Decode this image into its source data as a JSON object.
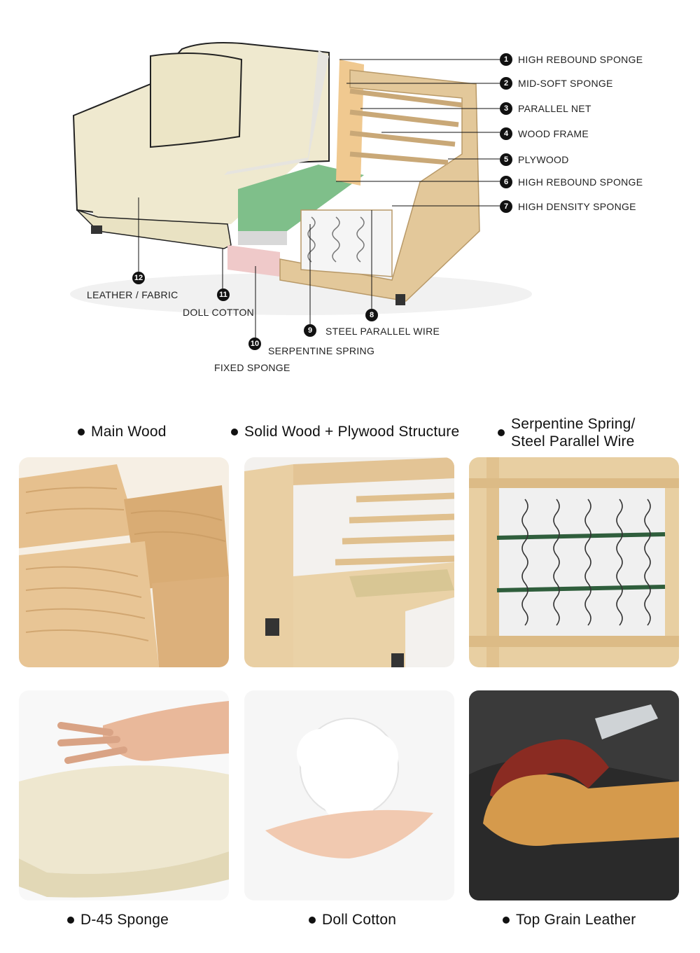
{
  "diagram": {
    "callouts_right": [
      {
        "num": "1",
        "label": "HIGH REBOUND SPONGE"
      },
      {
        "num": "2",
        "label": "MID-SOFT SPONGE"
      },
      {
        "num": "3",
        "label": "PARALLEL NET"
      },
      {
        "num": "4",
        "label": "WOOD FRAME"
      },
      {
        "num": "5",
        "label": "PLYWOOD"
      },
      {
        "num": "6",
        "label": "HIGH REBOUND SPONGE"
      },
      {
        "num": "7",
        "label": "HIGH DENSITY SPONGE"
      }
    ],
    "callouts_bottom": [
      {
        "num": "8",
        "label": ""
      },
      {
        "num": "9",
        "label": "STEEL PARALLEL WIRE"
      },
      {
        "num": "10",
        "label": "SERPENTINE SPRING"
      },
      {
        "num": "11",
        "label": "DOLL COTTON"
      },
      {
        "num": "12",
        "label": "LEATHER / FABRIC"
      }
    ],
    "fixed_sponge_label": "FIXED SPONGE"
  },
  "features": [
    {
      "title": "Main Wood"
    },
    {
      "title": "Solid Wood + Plywood Structure"
    },
    {
      "title_line1": "Serpentine Spring/",
      "title_line2": "Steel Parallel Wire"
    },
    {
      "title": "D-45 Sponge"
    },
    {
      "title": "Doll Cotton"
    },
    {
      "title": "Top Grain Leather"
    }
  ],
  "colors": {
    "leather": "#efe9cf",
    "wood": "#e3c89a",
    "foam_green": "#7fbf8a",
    "text": "#111111"
  }
}
